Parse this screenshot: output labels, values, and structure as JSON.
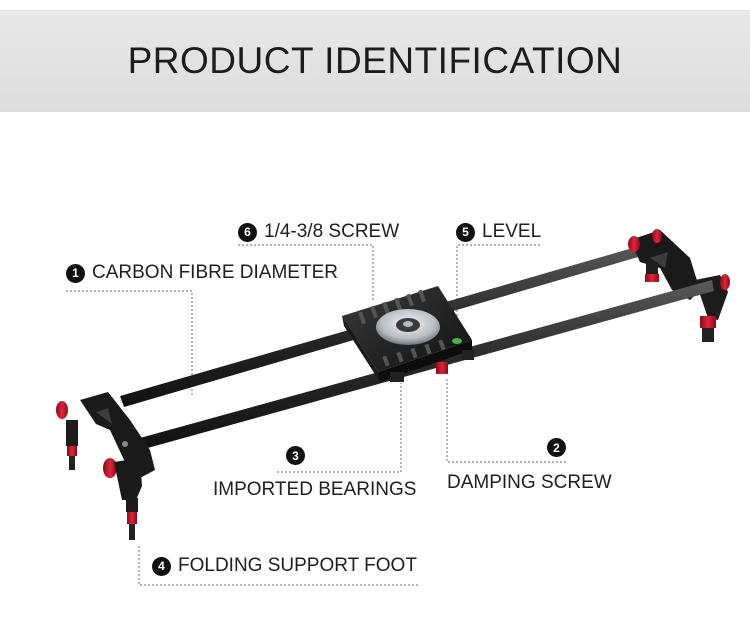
{
  "header": {
    "title": "PRODUCT IDENTIFICATION"
  },
  "callouts": [
    {
      "number": "1",
      "text": "CARBON FIBRE DIAMETER"
    },
    {
      "number": "2",
      "text": "DAMPING SCREW"
    },
    {
      "number": "3",
      "text": "IMPORTED BEARINGS"
    },
    {
      "number": "4",
      "text": "FOLDING SUPPORT FOOT"
    },
    {
      "number": "5",
      "text": "LEVEL"
    },
    {
      "number": "6",
      "text": "1/4-3/8 SCREW"
    }
  ],
  "colors": {
    "header_bg": "#e3e3e3",
    "accent_red": "#c8102e",
    "carbon": "#2a2a2a",
    "leader_line": "#666666"
  }
}
